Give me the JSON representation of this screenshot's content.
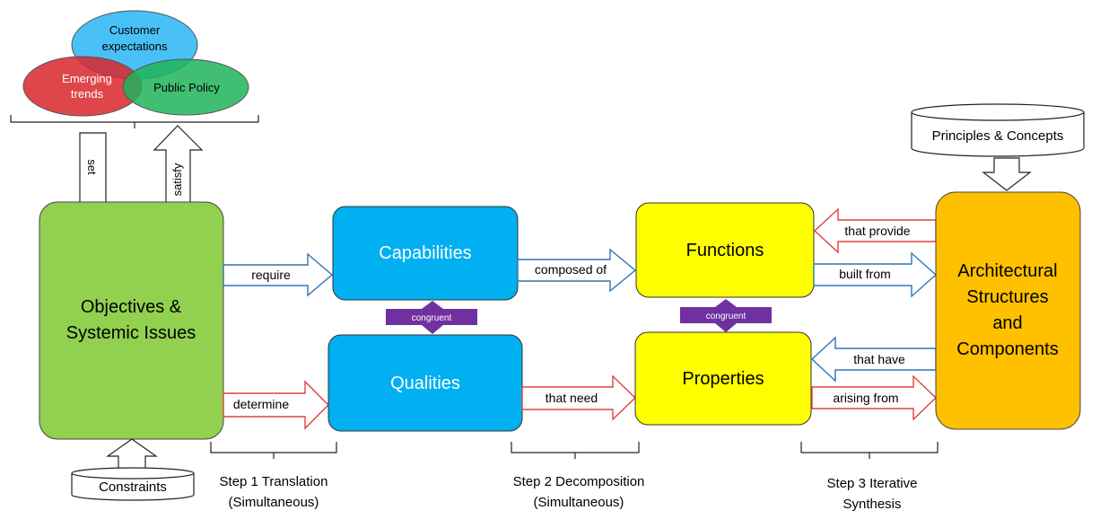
{
  "venn": {
    "customer": "Customer expectations",
    "trends": "Emerging trends",
    "policy": "Public Policy"
  },
  "arrows": {
    "set": "set",
    "satisfy": "satisfy",
    "require": "require",
    "determine": "determine",
    "composed_of": "composed of",
    "that_need": "that need",
    "that_provide": "that provide",
    "built_from": "built from",
    "that_have": "that have",
    "arising_from": "arising from"
  },
  "boxes": {
    "objectives": "Objectives & Systemic Issues",
    "capabilities": "Capabilities",
    "qualities": "Qualities",
    "functions": "Functions",
    "properties": "Properties",
    "architecture": "Architectural Structures and Components"
  },
  "connectors": {
    "congruent_left": "congruent",
    "congruent_right": "congruent"
  },
  "cylinders": {
    "constraints": "Constraints",
    "principles": "Principles & Concepts"
  },
  "steps": {
    "step1_line1": "Step 1 Translation",
    "step1_line2": "(Simultaneous)",
    "step2_line1": "Step 2 Decomposition",
    "step2_line2": "(Simultaneous)",
    "step3_line1": "Step 3 Iterative",
    "step3_line2": "Synthesis"
  },
  "colors": {
    "objectives": "#92d050",
    "blue_box": "#00b0f0",
    "yellow_box": "#ffff00",
    "architecture": "#ffc000",
    "congruent": "#7030a0",
    "arrow_blue": "#2e75b6",
    "arrow_red": "#e04040",
    "venn_blue": "#29b6f6",
    "venn_red": "#d9262b",
    "venn_green": "#1fb45a"
  }
}
